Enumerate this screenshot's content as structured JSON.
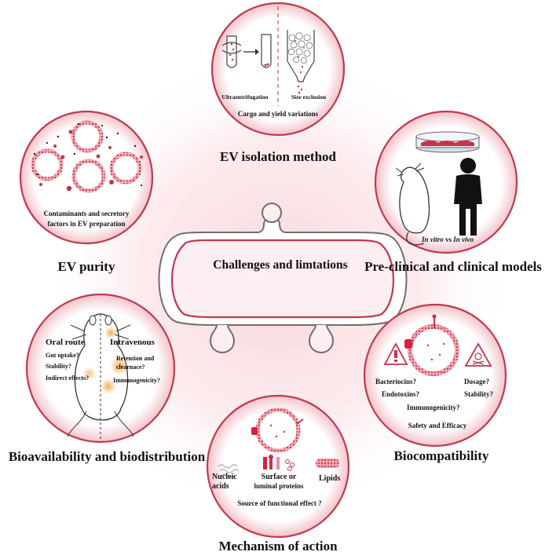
{
  "center": {
    "title": "Challenges and limtations"
  },
  "isolation": {
    "heading": "EV isolation method",
    "method_left": "Ultraentrifugation",
    "method_right": "Size exclusion",
    "caption": "Cargo and yield variations"
  },
  "models": {
    "heading": "Pre-clinical and clinical models",
    "caption_a": "In vitro",
    "caption_vs": " vs ",
    "caption_b": "In vivo"
  },
  "purity": {
    "heading": "EV purity",
    "caption_line1": "Contaminants and secretory",
    "caption_line2": "factors in EV preparation"
  },
  "bioavail": {
    "heading": "Bioavailability and biodistribution",
    "oral_title": "Oral route",
    "oral_q1": "Gut uptake?",
    "oral_q2": "Stability?",
    "oral_q3": "Indirect effects?",
    "iv_title": "Intravenous",
    "iv_q1": "Retention and",
    "iv_q2": "clearnace?",
    "iv_q3": "Immunogenicity?"
  },
  "biocompat": {
    "heading": "Biocompatibility",
    "q1": "Bacteriocins?",
    "q2": "Dosage?",
    "q3": "Endotoxins?",
    "q4": "Stability?",
    "q5": "Immunogenicity?",
    "caption": "Safety and Efficacy"
  },
  "mechanism": {
    "heading": "Mechanism of action",
    "item1_line1": "Nucleic",
    "item1_line2": "acids",
    "item2_line1": "Surface or",
    "item2_line2": "luminal proteins",
    "item3": "Lipids",
    "caption": "Source of functional effect ?"
  },
  "colors": {
    "accent": "#c8324a",
    "glow": "#f6c9cf",
    "outline": "#c0394f",
    "orange": "#f2a23a"
  }
}
